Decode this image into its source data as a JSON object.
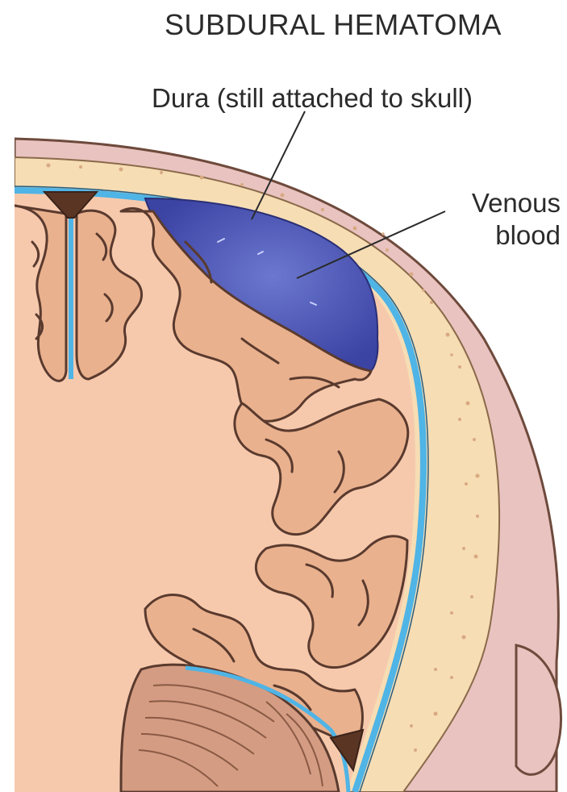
{
  "diagram": {
    "title": "SUBDURAL HEMATOMA",
    "labels": {
      "dura": "Dura (still attached to skull)",
      "venous_blood_line1": "Venous",
      "venous_blood_line2": "blood"
    }
  },
  "colors": {
    "scalp": "#e9c3c0",
    "bone": "#f6ddb4",
    "bone_pores": "#d8a982",
    "dura_csf": "#4fb4e6",
    "brain": "#f6c9ad",
    "gyri": "#e9b18e",
    "outline": "#5a3a2e",
    "hematoma": "#4a53b0",
    "cerebellum": "#d49c82",
    "sinus": "#5b3524"
  }
}
